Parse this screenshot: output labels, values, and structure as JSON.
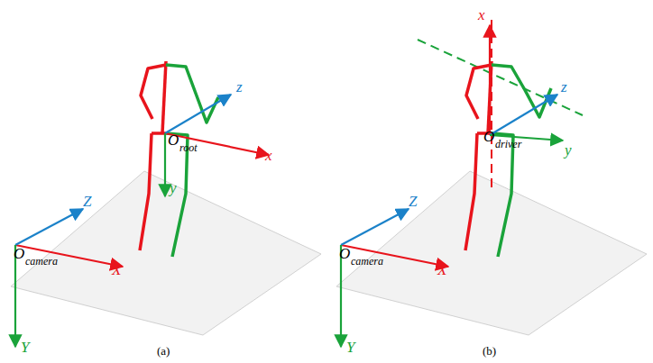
{
  "diagram": {
    "labels": [
      "Z",
      "X",
      "Y",
      "O",
      "camera",
      "z",
      "x",
      "y",
      "O",
      "root",
      "(a)",
      "Z",
      "X",
      "Y",
      "O",
      "camera",
      "x",
      "z",
      "y",
      "O",
      "driver",
      "(b)"
    ]
  }
}
